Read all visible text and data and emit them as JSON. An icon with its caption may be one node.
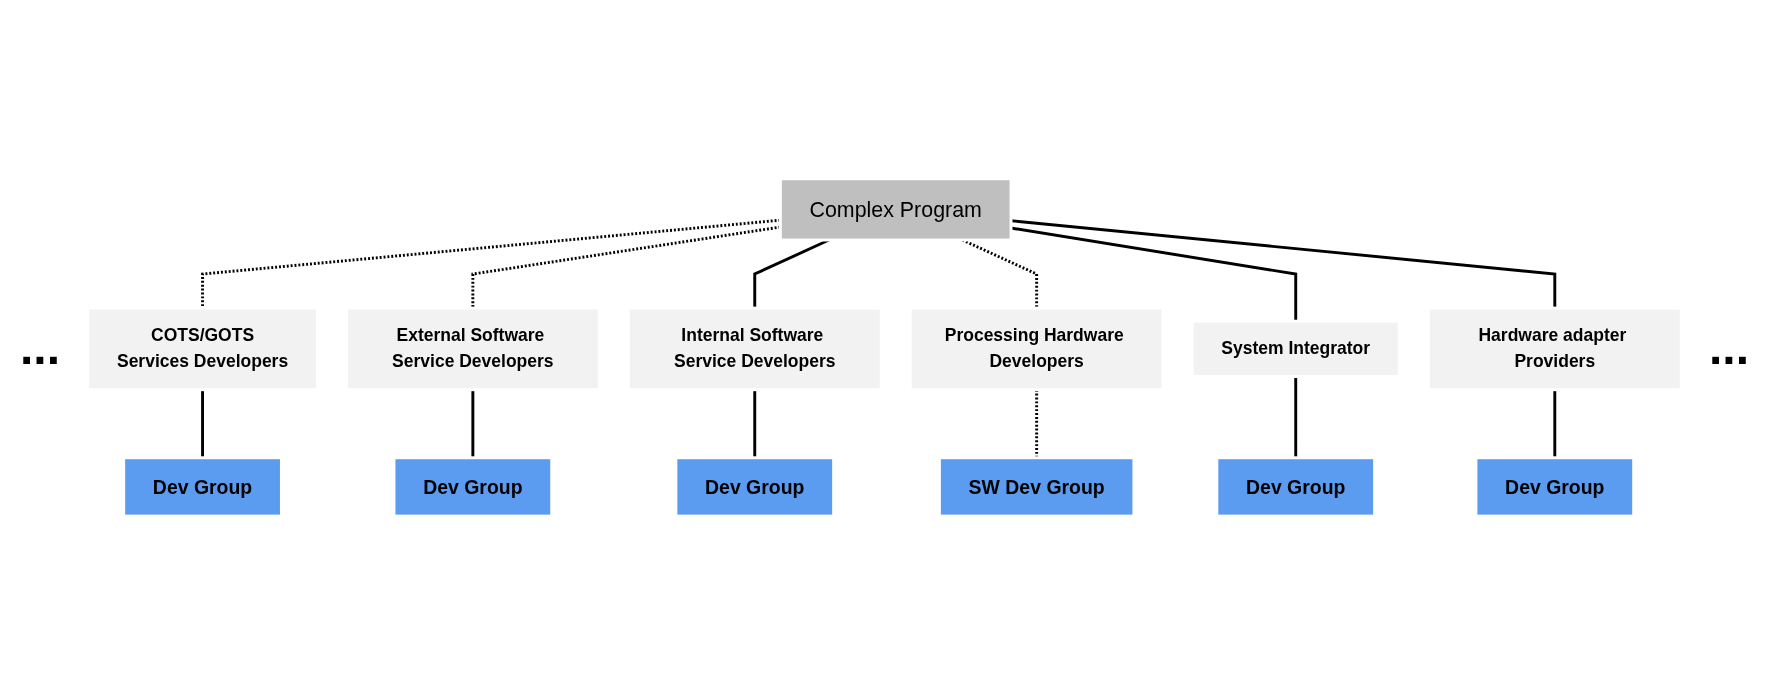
{
  "diagram": {
    "nodes": [
      {
        "text": [
          "Complex Program"
        ]
      },
      {
        "text": [
          "COTS/GOTS",
          "Services Developers"
        ]
      },
      {
        "text": [
          "External Software Service Developers"
        ]
      },
      {
        "text": [
          "Internal Software Service Developers"
        ]
      },
      {
        "text": [
          "Processing Hardware Developers"
        ]
      },
      {
        "text": [
          "System Integrator"
        ]
      },
      {
        "text": [
          "Hardware adapter Providers"
        ]
      },
      {
        "text": [
          "Dev Group"
        ]
      },
      {
        "text": [
          "Dev Group"
        ]
      },
      {
        "text": [
          "Dev Group"
        ]
      },
      {
        "text": [
          "SW Dev Group"
        ]
      },
      {
        "text": [
          "Dev Group"
        ]
      },
      {
        "text": [
          "Dev Group"
        ]
      }
    ],
    "edges": [
      {
        "from": 0,
        "to": 1,
        "arrow": "none",
        "style": "dashed"
      },
      {
        "from": 0,
        "to": 2,
        "arrow": "none",
        "style": "dashed"
      },
      {
        "from": 0,
        "to": 3,
        "arrow": "none"
      },
      {
        "from": 0,
        "to": 4,
        "arrow": "none",
        "style": "dashed"
      },
      {
        "from": 0,
        "to": 5,
        "arrow": "none"
      },
      {
        "from": 0,
        "to": 6,
        "arrow": "none"
      },
      {
        "from": 1,
        "to": 7,
        "arrow": "none"
      },
      {
        "from": 2,
        "to": 8,
        "arrow": "none"
      },
      {
        "from": 3,
        "to": 9,
        "arrow": "none"
      },
      {
        "from": 4,
        "to": 10,
        "arrow": "none",
        "style": "dashed"
      },
      {
        "from": 5,
        "to": 11,
        "arrow": "none"
      },
      {
        "from": 6,
        "to": 12,
        "arrow": "none"
      }
    ],
    "labels": [
      "...",
      "..."
    ]
  }
}
